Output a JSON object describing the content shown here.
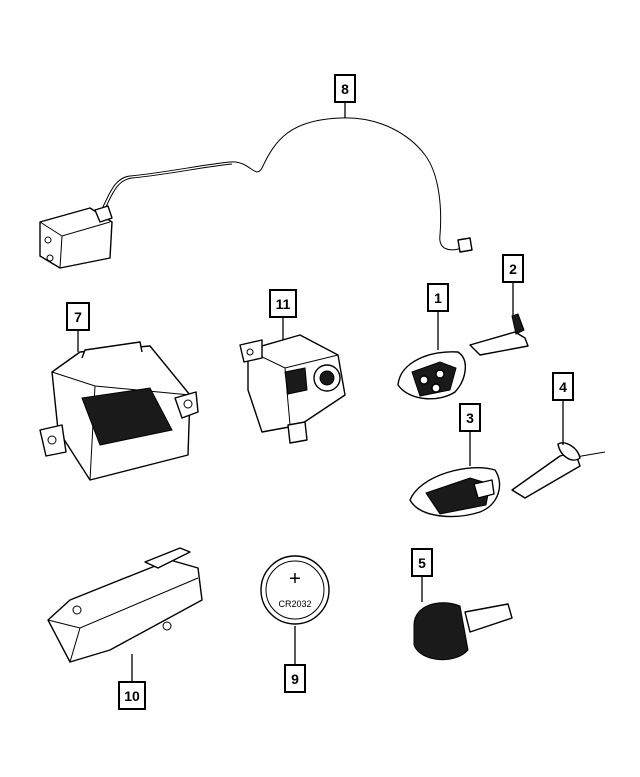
{
  "callouts": {
    "c1": "1",
    "c2": "2",
    "c3": "3",
    "c4": "4",
    "c5": "5",
    "c7": "7",
    "c8": "8",
    "c9": "9",
    "c10": "10",
    "c11": "11"
  },
  "battery": {
    "plus_symbol": "+",
    "label": "CR2032"
  },
  "colors": {
    "line": "#000000",
    "background": "#ffffff"
  }
}
